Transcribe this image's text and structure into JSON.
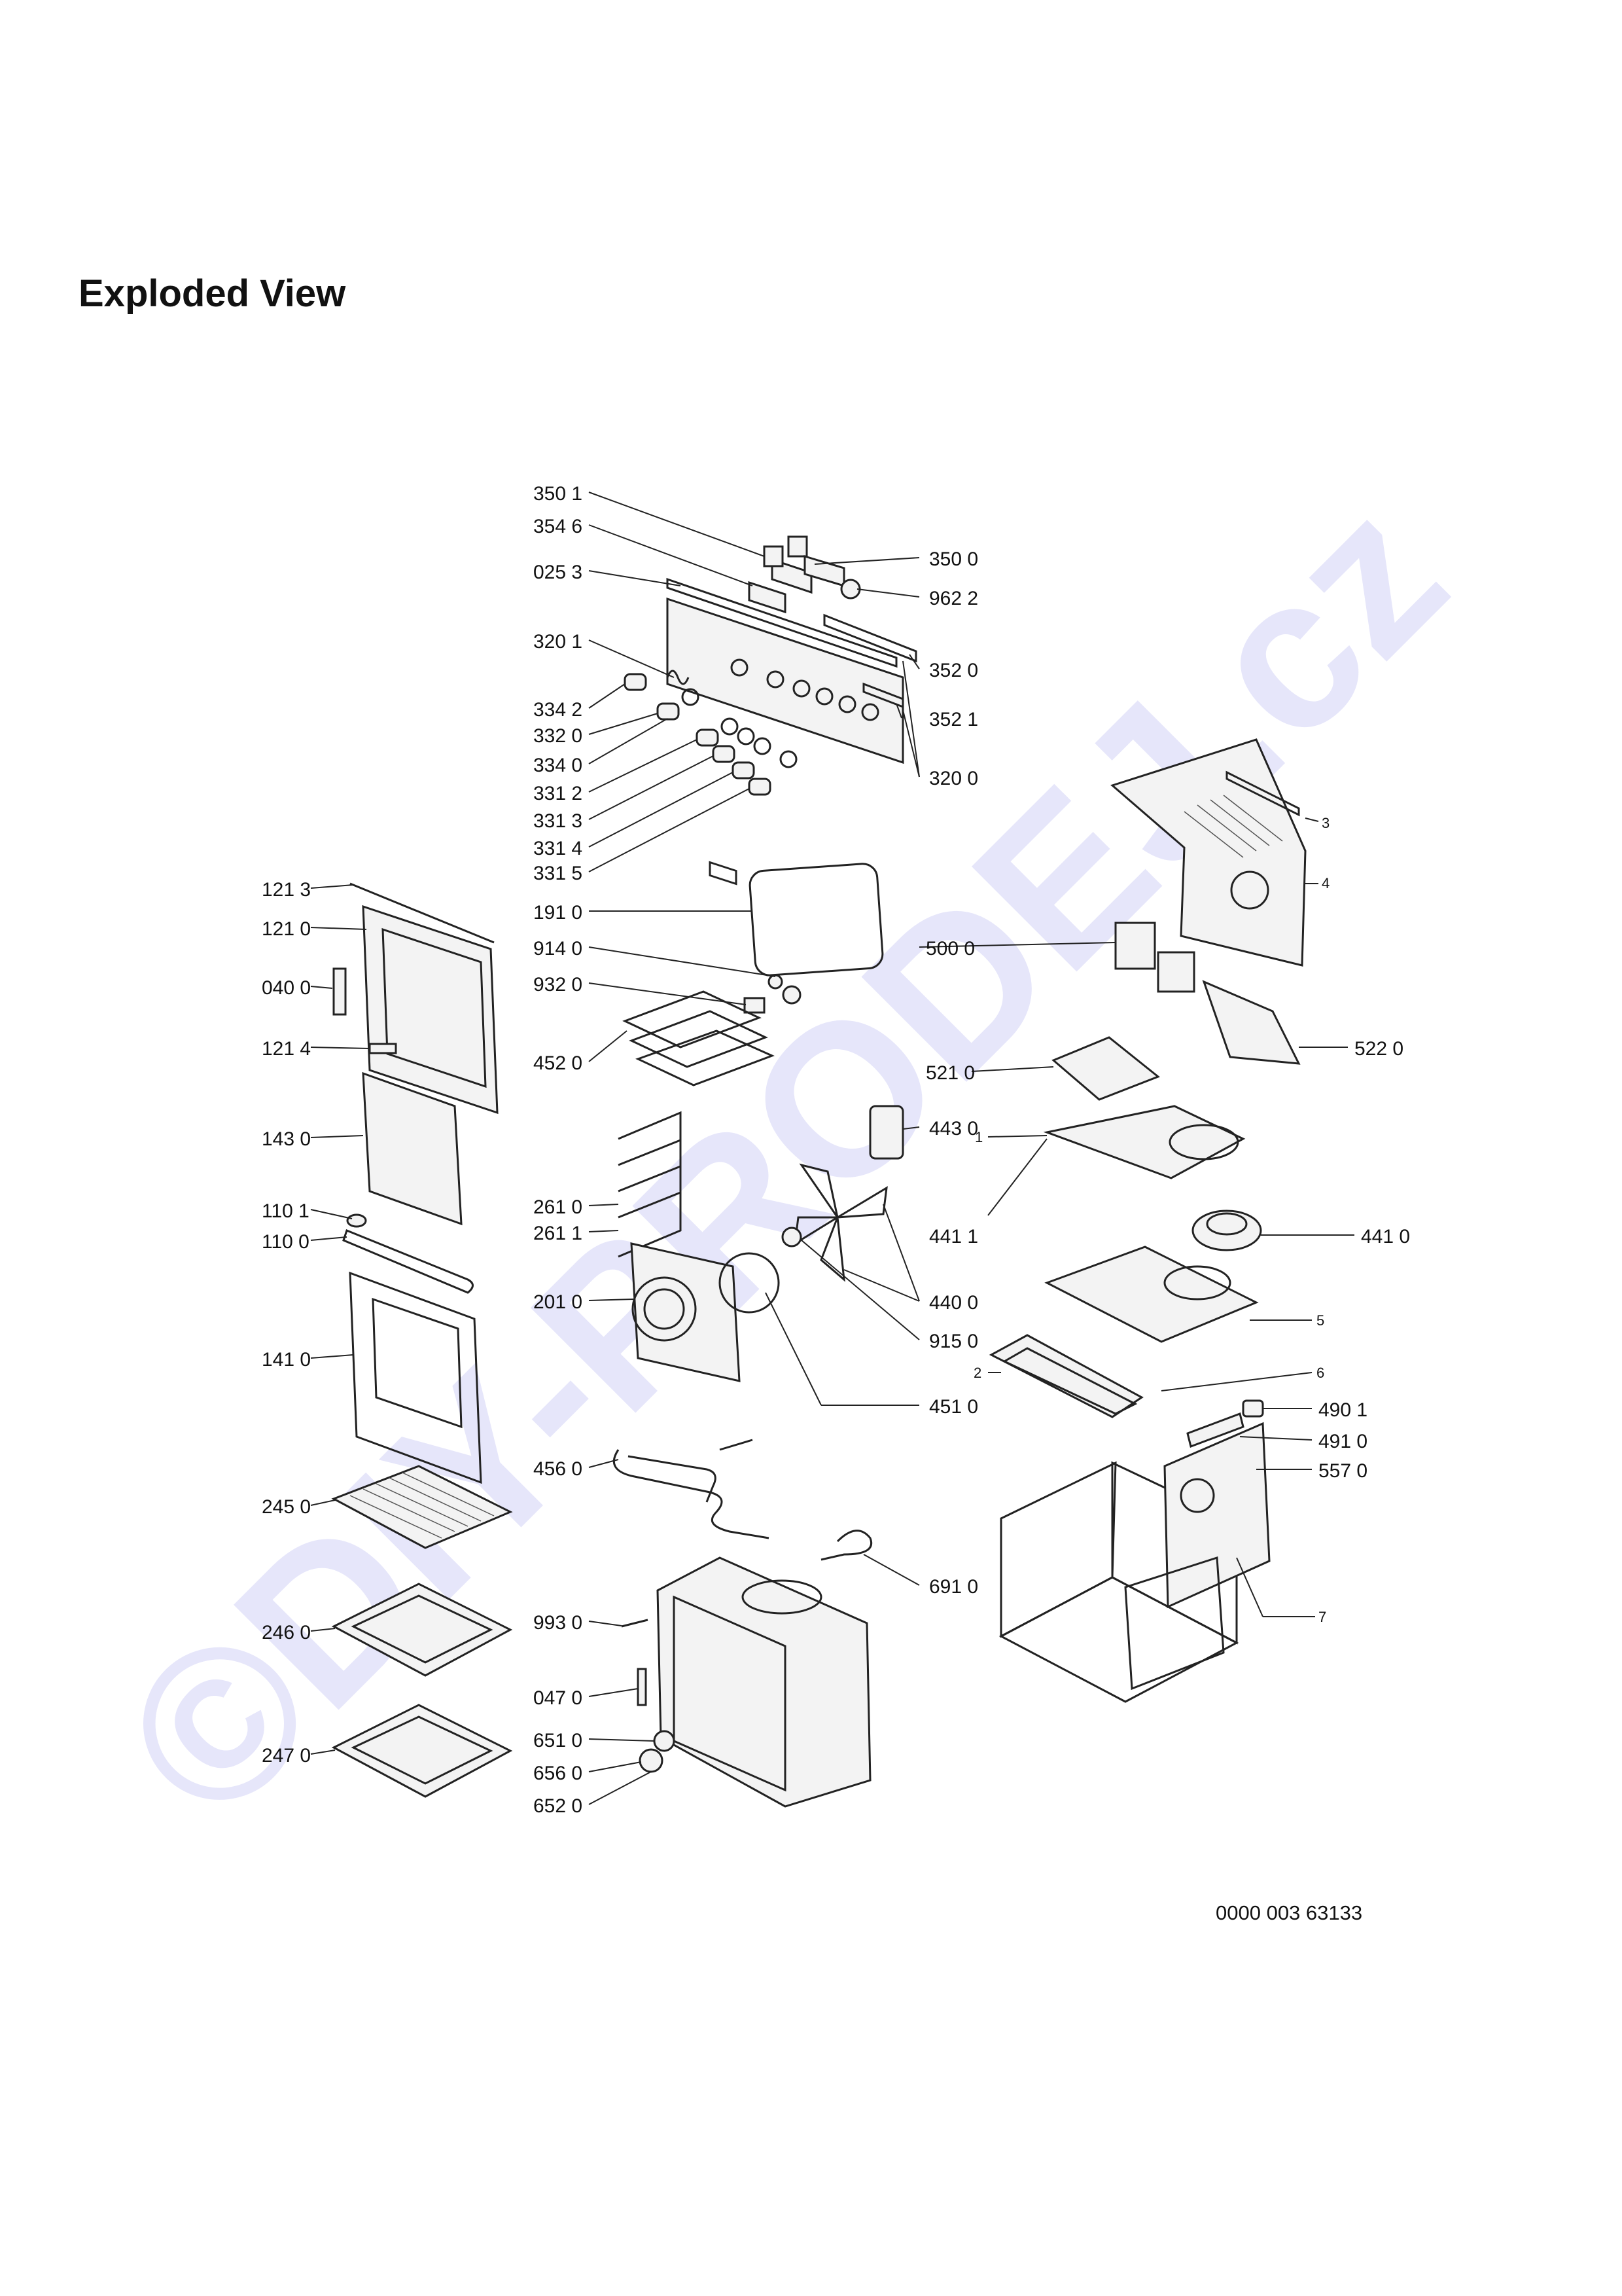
{
  "header": {
    "title": "Exploded View"
  },
  "watermark": "©DIY-PRODEJ.cz",
  "document_number": "0000 003 63133",
  "callouts": {
    "c3501": "350 1",
    "c3546": "354 6",
    "c0253": "025 3",
    "c3201": "320 1",
    "c3342": "334 2",
    "c3320": "332 0",
    "c3340": "334 0",
    "c3312": "331 2",
    "c3313": "331 3",
    "c3314": "331 4",
    "c3315": "331 5",
    "c3500": "350 0",
    "c9622": "962 2",
    "c3520": "352 0",
    "c3521": "352 1",
    "c3200": "320 0",
    "c1213": "121 3",
    "c1210": "121 0",
    "c0400": "040 0",
    "c1214": "121 4",
    "c1430": "143 0",
    "c1101": "110 1",
    "c1100": "110 0",
    "c1410": "141 0",
    "c2450": "245 0",
    "c2460": "246 0",
    "c2470": "247 0",
    "c1910": "191 0",
    "c9140": "914 0",
    "c9320": "932 0",
    "c4520": "452 0",
    "c2610": "261 0",
    "c2611": "261 1",
    "c2010": "201 0",
    "c4560": "456 0",
    "c9930": "993 0",
    "c0470": "047 0",
    "c6510": "651 0",
    "c6560": "656 0",
    "c6520": "652 0",
    "c4430": "443 0",
    "c4400": "440 0",
    "c9150": "915 0",
    "c4510": "451 0",
    "c6910": "691 0",
    "c5000": "500 0",
    "c5220": "522 0",
    "c5210": "521 0",
    "c4411": "441 1",
    "c4410": "441 0",
    "c4901": "490 1",
    "c4910": "491 0",
    "c5570": "557 0",
    "n1": "1",
    "n2": "2",
    "n3": "3",
    "n4": "4",
    "n5": "5",
    "n6": "6",
    "n7": "7"
  }
}
